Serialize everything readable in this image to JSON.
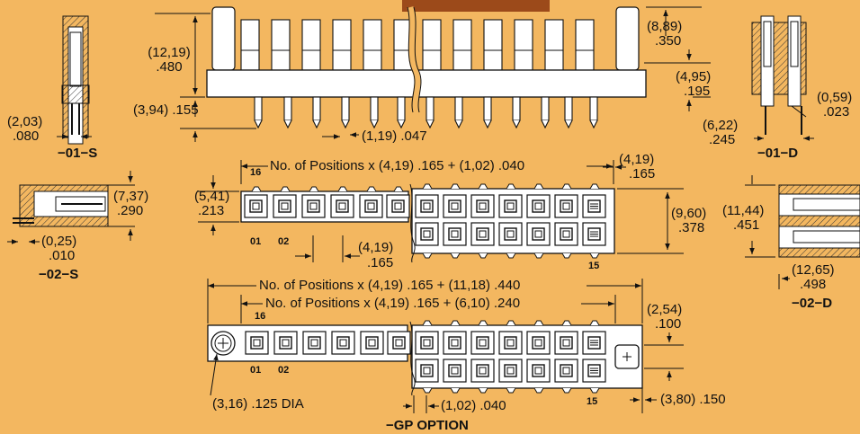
{
  "views": {
    "v01s": "−01−S",
    "v02s": "−02−S",
    "v01d": "−01−D",
    "v02d": "−02−D",
    "gp": "−GP OPTION"
  },
  "dims": {
    "h_1219_mm": "(12,19)",
    "h_1219_in": ".480",
    "d394": "(3,94) .155",
    "w203_mm": "(2,03)",
    "w203_in": ".080",
    "d119": "(1,19) .047",
    "d889_mm": "(8,89)",
    "d889_in": ".350",
    "d495_mm": "(4,95)",
    "d495_in": ".195",
    "d059_mm": "(0,59)",
    "d059_in": ".023",
    "d622_mm": "(6,22)",
    "d622_in": ".245",
    "d737_mm": "(7,37)",
    "d737_in": ".290",
    "d025_mm": "(0,25)",
    "d025_in": ".010",
    "d541_mm": "(5,41)",
    "d541_in": ".213",
    "top_formula": "No. of Positions x (4,19) .165 + (1,02) .040",
    "d419a_mm": "(4,19)",
    "d419a_in": ".165",
    "d960_mm": "(9,60)",
    "d960_in": ".378",
    "d419b_mm": "(4,19)",
    "d419b_in": ".165",
    "d1144_mm": "(11,44)",
    "d1144_in": ".451",
    "d1265_mm": "(12,65)",
    "d1265_in": ".498",
    "gp_formula1": "No. of Positions x (4,19) .165 + (11,18) .440",
    "gp_formula2": "No. of Positions x (4,19) .165 + (6,10) .240",
    "d254_mm": "(2,54)",
    "d254_in": ".100",
    "d316": "(3,16) .125 DIA",
    "d102": "(1,02) .040",
    "d380": "(3,80) .150"
  },
  "pins": {
    "mid16": "16",
    "mid01": "01",
    "mid02": "02",
    "mid15": "15",
    "gp16": "16",
    "gp01": "01",
    "gp02": "02",
    "gp15": "15"
  },
  "colors": {
    "background": "#f3b760",
    "part_fill": "#ffffff",
    "line": "#111111",
    "tab": "#9c4a1a"
  }
}
